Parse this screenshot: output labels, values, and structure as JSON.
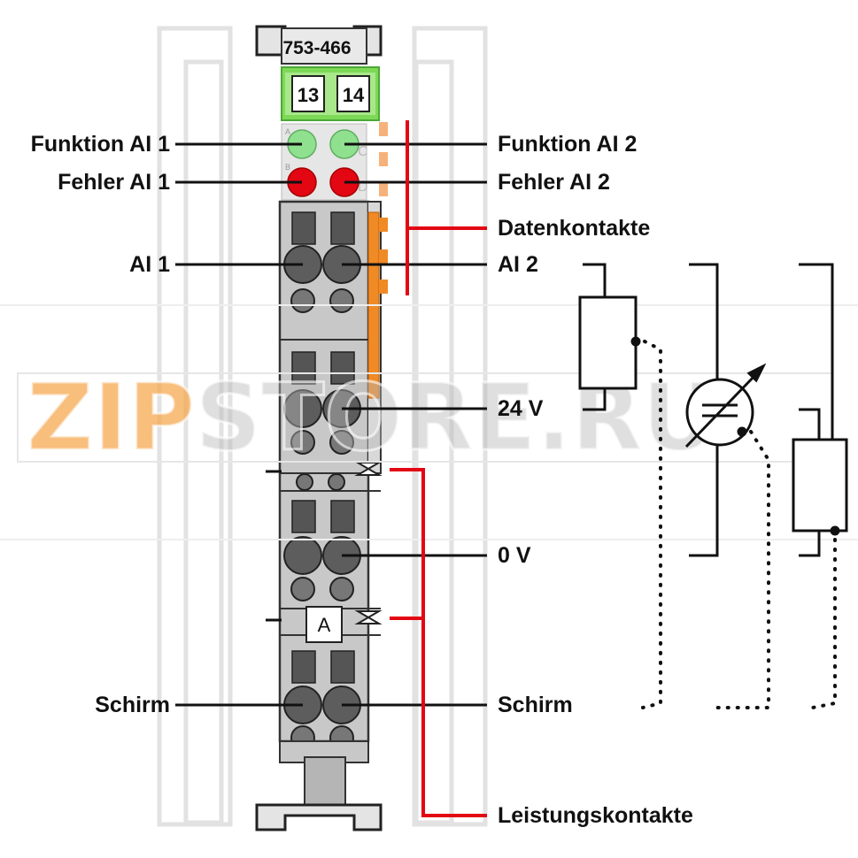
{
  "module": {
    "part_number": "753-466",
    "marker_left": "13",
    "marker_right": "14",
    "led_letters": [
      "A",
      "B",
      "C",
      "D"
    ],
    "separator_marker": "A"
  },
  "labels": {
    "left": [
      "Funktion AI 1",
      "Fehler AI 1",
      "AI 1",
      "Schirm"
    ],
    "right": [
      "Funktion AI 2",
      "Fehler AI 2",
      "Datenkontakte",
      "AI 2",
      "24 V",
      "0 V",
      "Schirm",
      "Leistungskontakte"
    ]
  },
  "watermark": {
    "prefix": "ZIP",
    "suffix": "STORE.RU"
  },
  "colors": {
    "led_green": "#8fe08f",
    "led_red": "#e30613",
    "marker_green": "#7ed957",
    "contact_orange": "#f08a24",
    "accent_red": "#e30613",
    "module_gray": "#c8c8c8",
    "watermark_orange": "#f5a54a"
  }
}
